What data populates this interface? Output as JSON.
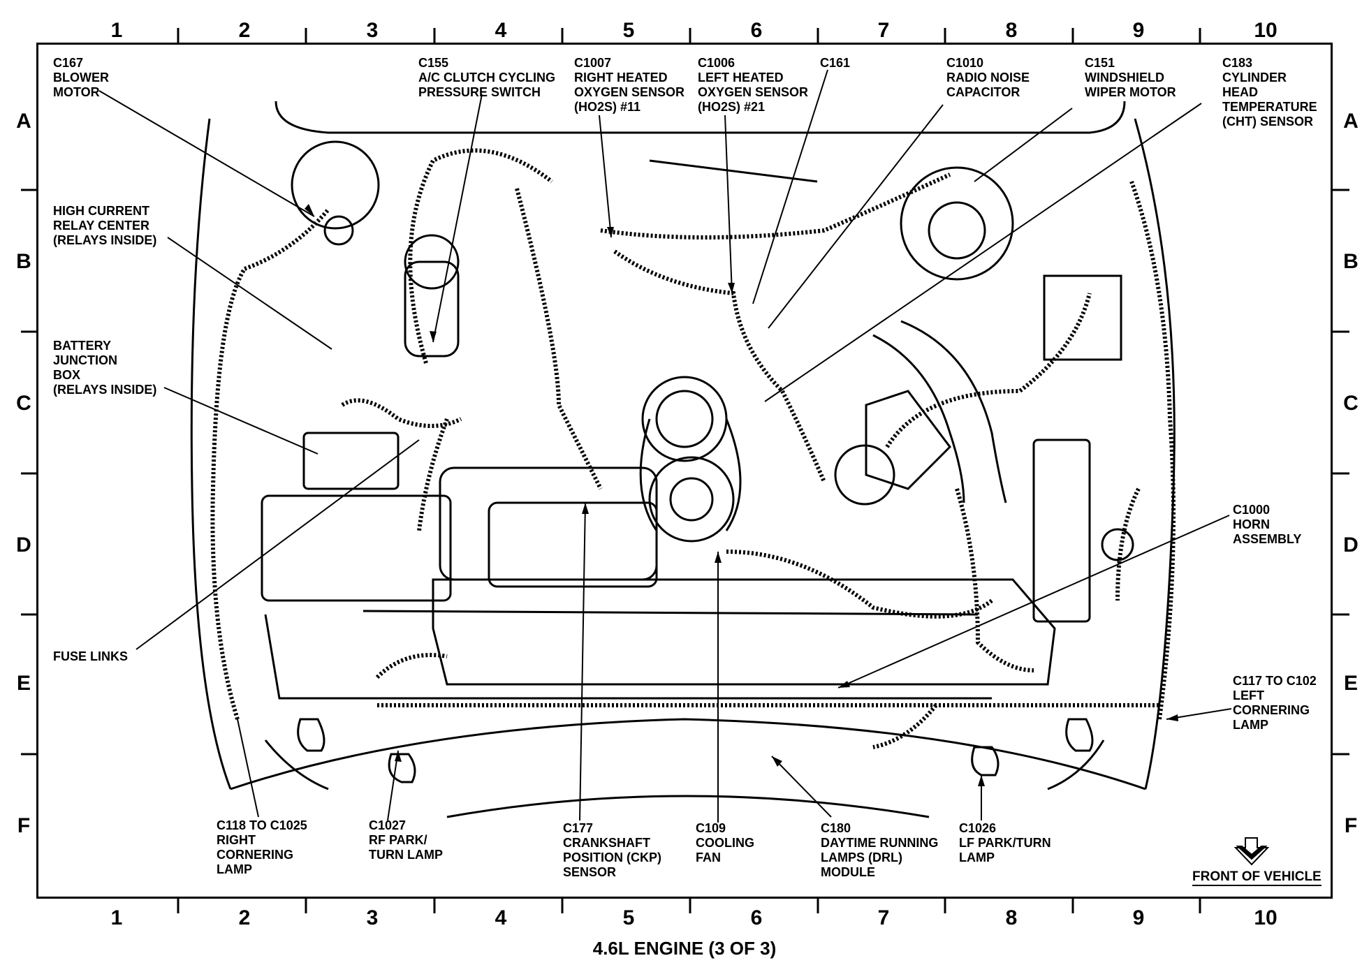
{
  "columns": [
    "1",
    "2",
    "3",
    "4",
    "5",
    "6",
    "7",
    "8",
    "9",
    "10"
  ],
  "rows": [
    "A",
    "B",
    "C",
    "D",
    "E",
    "F"
  ],
  "caption": "4.6L ENGINE (3 OF 3)",
  "front_of_vehicle": "FRONT OF VEHICLE",
  "labels": {
    "c167": "C167\nBLOWER\nMOTOR",
    "c155": "C155\nA/C CLUTCH CYCLING\nPRESSURE SWITCH",
    "c1007": "C1007\nRIGHT HEATED\nOXYGEN SENSOR\n(HO2S) #11",
    "c1006": "C1006\nLEFT HEATED\nOXYGEN SENSOR\n(HO2S) #21",
    "c161": "C161",
    "c1010": "C1010\nRADIO NOISE\nCAPACITOR",
    "c151": "C151\nWINDSHIELD\nWIPER MOTOR",
    "c183": "C183\nCYLINDER\nHEAD\nTEMPERATURE\n(CHT) SENSOR",
    "hcrc": "HIGH CURRENT\nRELAY CENTER\n(RELAYS INSIDE)",
    "bjb": "BATTERY\nJUNCTION\nBOX\n(RELAYS INSIDE)",
    "fuse": "FUSE LINKS",
    "c1000": "C1000\nHORN\nASSEMBLY",
    "c117": "C117 TO C102\nLEFT\nCORNERING\nLAMP",
    "c118": "C118 TO C1025\nRIGHT\nCORNERING\nLAMP",
    "c1027": "C1027\nRF PARK/\nTURN LAMP",
    "c177": "C177\nCRANKSHAFT\nPOSITION (CKP)\nSENSOR",
    "c109": "C109\nCOOLING\nFAN",
    "c180": "C180\nDAYTIME RUNNING\nLAMPS (DRL)\nMODULE",
    "c1026": "C1026\nLF PARK/TURN\nLAMP"
  }
}
